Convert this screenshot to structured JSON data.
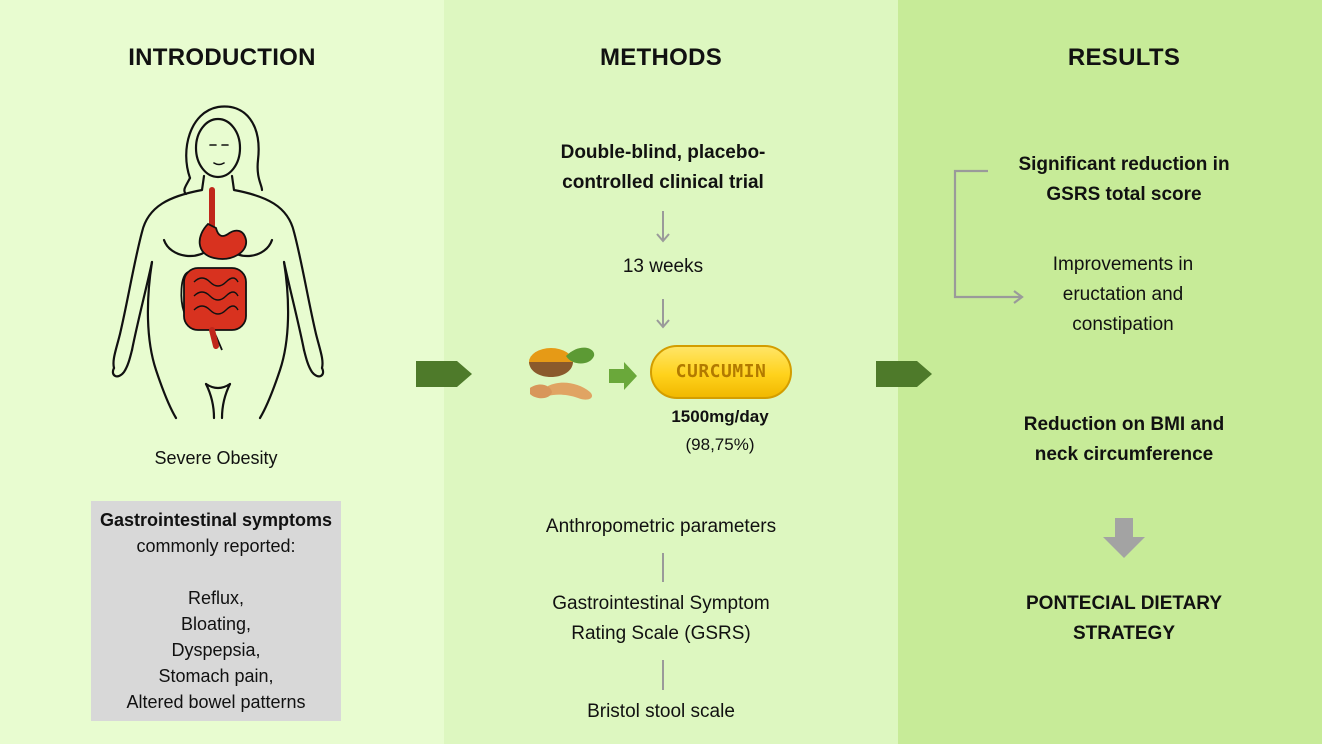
{
  "headings": {
    "introduction": "INTRODUCTION",
    "methods": "METHODS",
    "results": "RESULTS"
  },
  "introduction": {
    "figure_caption": "Severe Obesity",
    "symptoms_title": "Gastrointestinal symptoms",
    "symptoms_subtitle": "commonly reported:",
    "symptoms": [
      "Reflux,",
      "Bloating,",
      "Dyspepsia,",
      "Stomach pain,",
      "Altered bowel patterns"
    ]
  },
  "methods": {
    "trial_line1": "Double-blind, placebo-",
    "trial_line2": "controlled clinical trial",
    "duration": "13 weeks",
    "capsule_label": "CURCUMIN",
    "dose": "1500mg/day",
    "purity": "(98,75%)",
    "measure1": "Anthropometric parameters",
    "measure2_line1": "Gastrointestinal Symptom",
    "measure2_line2": "Rating Scale (GSRS)",
    "measure3": "Bristol stool scale"
  },
  "results": {
    "result1_line1": "Significant reduction in",
    "result1_line2": "GSRS total score",
    "result2_line1": "Improvements in",
    "result2_line2": "eructation and",
    "result2_line3": "constipation",
    "result3_line1": "Reduction on BMI and",
    "result3_line2": "neck circumference",
    "conclusion_line1": "PONTECIAL DIETARY",
    "conclusion_line2": "STRATEGY"
  },
  "colors": {
    "intro_bg": "#e8fcd0",
    "methods_bg": "#ddf7c0",
    "results_bg": "#c7eb98",
    "big_arrow": "#4e7a2a",
    "small_arrow": "#6aa83a",
    "connector": "#9a9a9a"
  }
}
